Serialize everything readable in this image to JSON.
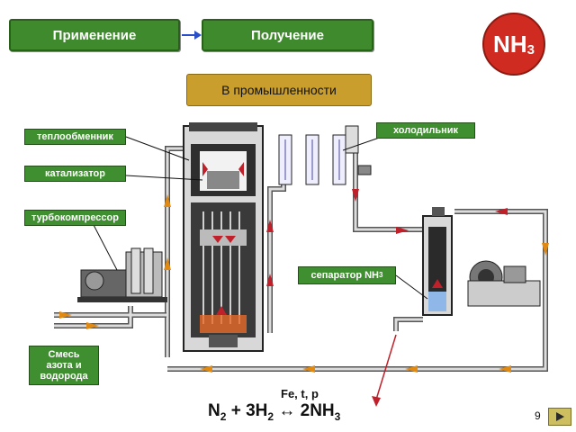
{
  "nav": {
    "apply_label": "Применение",
    "get_label": "Получение"
  },
  "mode_label": "В промышленности",
  "badge": {
    "main": "NH",
    "sub": "3"
  },
  "labels": {
    "heat_exchanger": "теплообменник",
    "catalyst": "катализатор",
    "turbocompressor": "турбокомпрессор",
    "cooler": "холодильник",
    "separator_prefix": "сепаратор NH",
    "separator_sub": "3",
    "mix_line1": "Смесь",
    "mix_line2": "азота и",
    "mix_line3": "водорода"
  },
  "reaction": {
    "conditions": "Fe, t, p",
    "n2": "N",
    "n2_sub": "2",
    "plus": " + 3H",
    "h2_sub": "2",
    "arrow": " ↔ ",
    "product": "2NH",
    "product_sub": "3"
  },
  "page_number": "9",
  "colors": {
    "nav_green": "#3e8a2c",
    "mode_gold": "#c99e2d",
    "badge_red": "#d02b20",
    "arrow_red": "#c0202a",
    "flow_orange": "#e08a14"
  }
}
